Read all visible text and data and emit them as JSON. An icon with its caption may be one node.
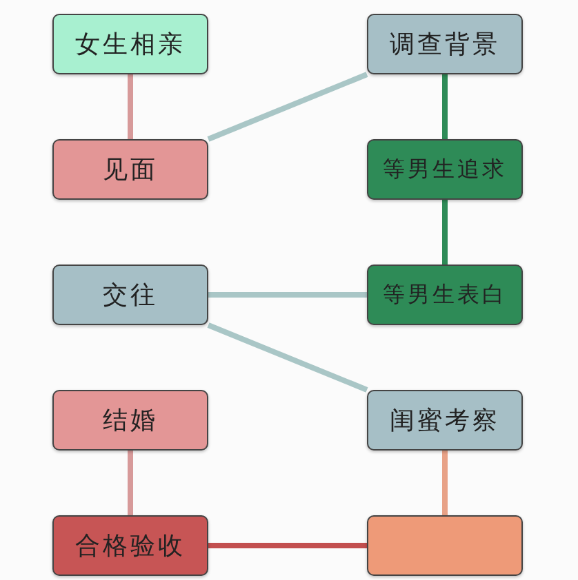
{
  "diagram": {
    "nodes": [
      {
        "text": [
          "女生相亲"
        ]
      },
      {
        "text": [
          "调查背景"
        ]
      },
      {
        "text": [
          "见面"
        ]
      },
      {
        "text": [
          "等男生追求"
        ]
      },
      {
        "text": [
          "交往"
        ]
      },
      {
        "text": [
          "等男生表白"
        ]
      },
      {
        "text": [
          "结婚"
        ]
      },
      {
        "text": [
          "闺蜜考察"
        ]
      },
      {
        "text": [
          "合格验收"
        ]
      },
      {
        "text": [],
        "shape": "box"
      }
    ],
    "edges": [
      {
        "from": 0,
        "to": 2,
        "arrow": "none",
        "color": "#d79a9a"
      },
      {
        "from": 2,
        "to": 1,
        "arrow": "none",
        "color": "#a9c6c6"
      },
      {
        "from": 1,
        "to": 3,
        "arrow": "none",
        "color": "#2e8b57"
      },
      {
        "from": 3,
        "to": 5,
        "arrow": "none",
        "color": "#2e8b57"
      },
      {
        "from": 4,
        "to": 5,
        "arrow": "none",
        "color": "#a9c6c6"
      },
      {
        "from": 4,
        "to": 7,
        "arrow": "none",
        "color": "#a9c6c6"
      },
      {
        "from": 6,
        "to": 8,
        "arrow": "none",
        "color": "#d79a9a"
      },
      {
        "from": 7,
        "to": 9,
        "arrow": "none",
        "color": "#e8a287"
      },
      {
        "from": 8,
        "to": 9,
        "arrow": "none",
        "color": "#c24f4f"
      }
    ]
  }
}
